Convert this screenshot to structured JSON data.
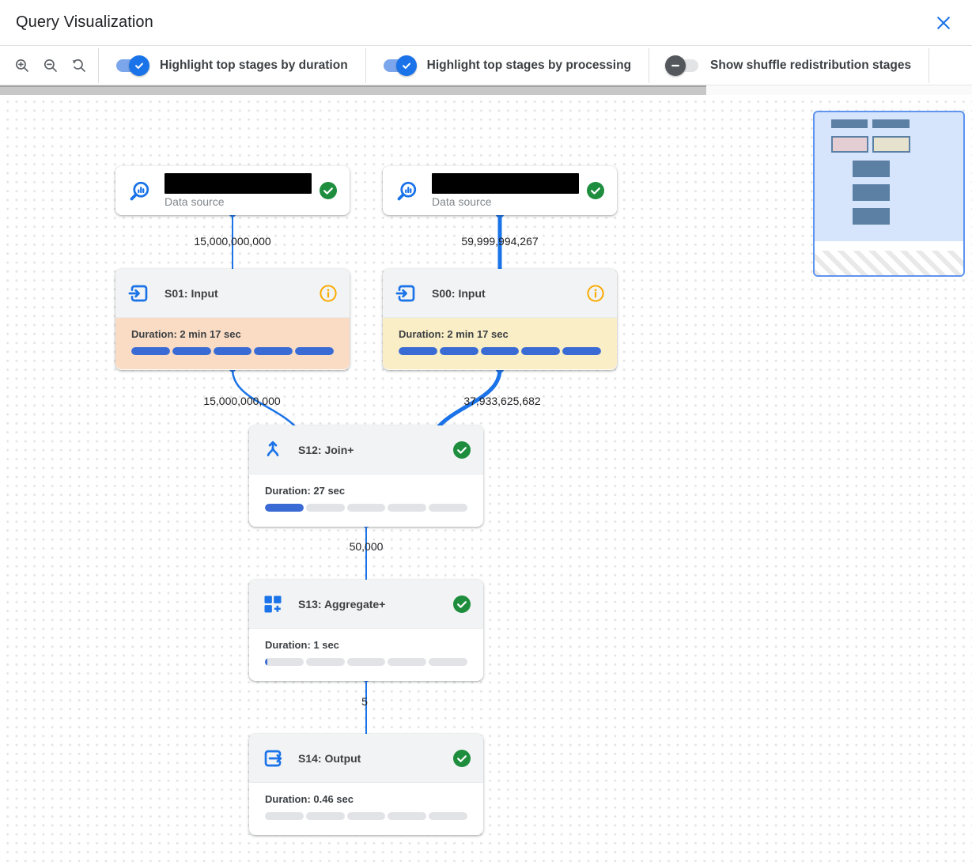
{
  "header": {
    "title": "Query Visualization",
    "close_icon": "close-x"
  },
  "toolbar": {
    "zoom_in_icon": "zoom-in-magnifier",
    "zoom_out_icon": "zoom-out-magnifier",
    "zoom_reset_icon": "zoom-reset-magnifier",
    "toggles": [
      {
        "label": "Highlight top stages by duration",
        "state": "on"
      },
      {
        "label": "Highlight top stages by processing",
        "state": "on"
      },
      {
        "label": "Show shuffle redistribution stages",
        "state": "off"
      }
    ]
  },
  "canvas": {
    "data_sources": [
      {
        "type_label": "Data source",
        "name_redacted": true,
        "status": "completed"
      },
      {
        "type_label": "Data source",
        "name_redacted": true,
        "status": "completed"
      }
    ],
    "stages": [
      {
        "title": "S01: Input",
        "duration": "Duration: 2 min 17 sec",
        "highlight": "duration",
        "status": "info",
        "bar": [
          100,
          100,
          100,
          100,
          100
        ]
      },
      {
        "title": "S00: Input",
        "duration": "Duration: 2 min 17 sec",
        "highlight": "processing",
        "status": "info",
        "bar": [
          100,
          100,
          100,
          100,
          100
        ]
      },
      {
        "title": "S12: Join+",
        "duration": "Duration: 27 sec",
        "highlight": "none",
        "status": "completed",
        "bar": [
          100,
          0,
          0,
          0,
          0
        ]
      },
      {
        "title": "S13: Aggregate+",
        "duration": "Duration: 1 sec",
        "highlight": "none",
        "status": "completed",
        "bar": [
          6,
          0,
          0,
          0,
          0
        ]
      },
      {
        "title": "S14: Output",
        "duration": "Duration: 0.46 sec",
        "highlight": "none",
        "status": "completed",
        "bar": [
          0,
          0,
          0,
          0,
          0
        ]
      }
    ],
    "edges": [
      {
        "from": "data-source-1",
        "to": "S01",
        "rows": "15,000,000,000"
      },
      {
        "from": "data-source-2",
        "to": "S00",
        "rows": "59,999,994,267"
      },
      {
        "from": "S01",
        "to": "S12",
        "rows": "15,000,000,000"
      },
      {
        "from": "S00",
        "to": "S12",
        "rows": "37,933,625,682"
      },
      {
        "from": "S12",
        "to": "S13",
        "rows": "50,000"
      },
      {
        "from": "S13",
        "to": "S14",
        "rows": "5"
      }
    ]
  },
  "colors": {
    "accent_blue": "#1a73e8",
    "bar_blue": "#3a6bd4",
    "success_green": "#1e8e3e",
    "info_orange": "#f9ab00",
    "duration_highlight": "#fadcc5",
    "processing_highlight": "#faeec6"
  }
}
